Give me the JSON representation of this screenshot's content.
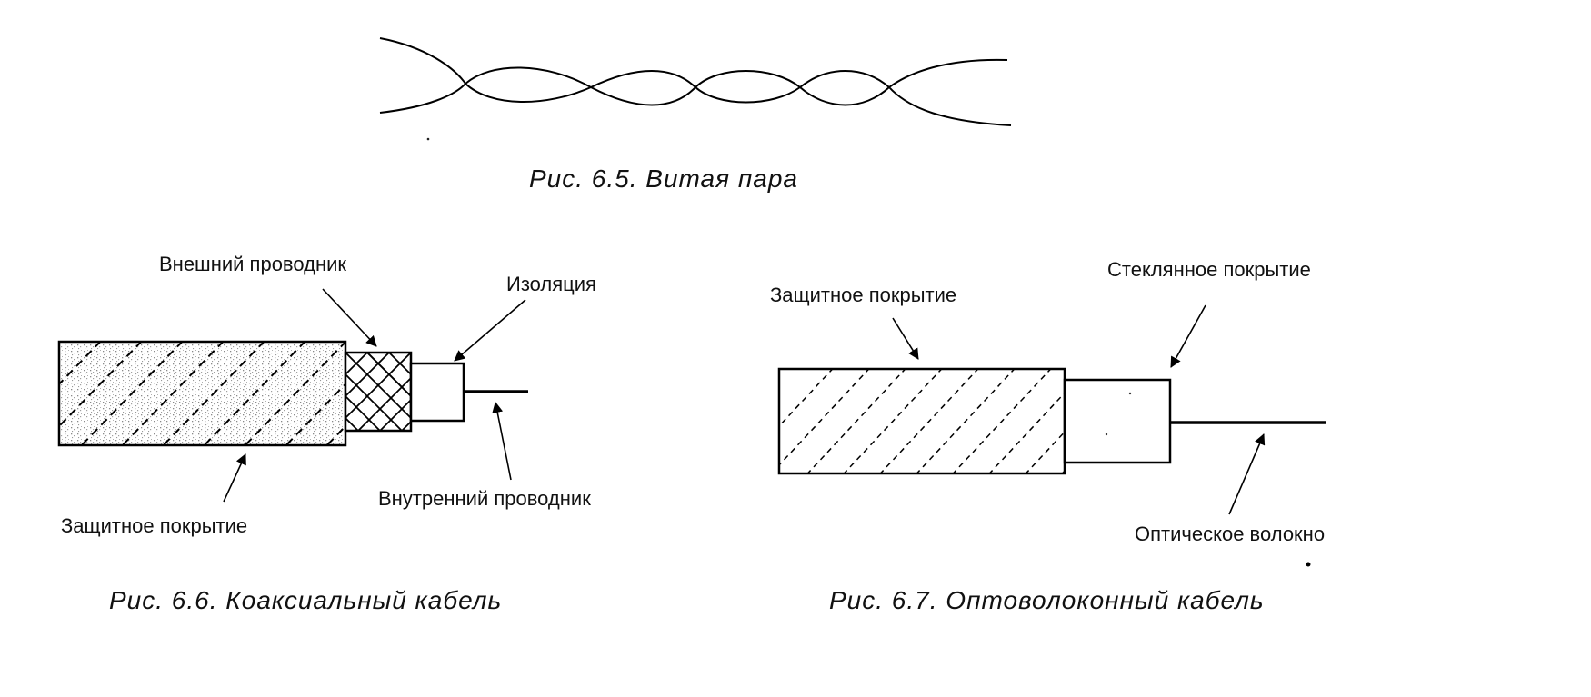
{
  "fig_twisted": {
    "caption": "Рис. 6.5. Витая пара"
  },
  "fig_coax": {
    "caption": "Рис. 6.6. Коаксиальный кабель",
    "labels": {
      "outer_conductor": "Внешний проводник",
      "insulation": "Изоляция",
      "inner_conductor": "Внутренний проводник",
      "protective_cover": "Защитное покрытие"
    }
  },
  "fig_fiber": {
    "caption": "Рис. 6.7. Оптоволоконный кабель",
    "labels": {
      "protective_cover": "Защитное покрытие",
      "glass_cladding": "Стеклянное покрытие",
      "optical_fiber": "Оптическое волокно"
    }
  },
  "colors": {
    "ink": "#000000",
    "background": "#ffffff",
    "stipple": "#9a9a9a"
  }
}
